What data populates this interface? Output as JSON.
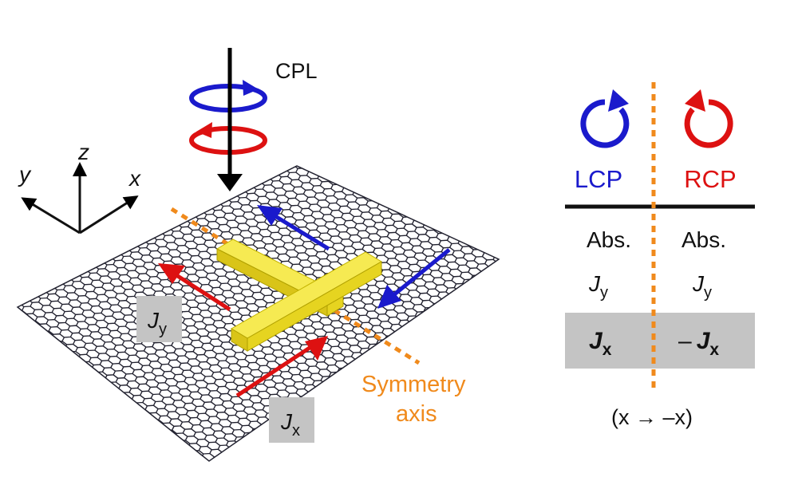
{
  "cpl_label": "CPL",
  "axes": {
    "x": "x",
    "y": "y",
    "z": "z"
  },
  "current_labels": {
    "jy": {
      "main": "J",
      "sub": "y"
    },
    "jx": {
      "main": "J",
      "sub": "x"
    }
  },
  "symmetry_axis": {
    "line1": "Symmetry",
    "line2": "axis"
  },
  "table": {
    "lcp": "LCP",
    "rcp": "RCP",
    "abs_left": "Abs.",
    "abs_right": "Abs.",
    "jy_left": {
      "main": "J",
      "sub": "y"
    },
    "jy_right": {
      "main": "J",
      "sub": "y"
    },
    "jx_left": {
      "main": "J",
      "sub": "x"
    },
    "jx_right": {
      "sign": "–",
      "main": "J",
      "sub": "x"
    },
    "transform": "(x → –x)"
  },
  "colors": {
    "lcp": "#1a1acc",
    "rcp": "#dd1111",
    "axis_dash": "#f08a1c",
    "rod": "#f2e23a",
    "lattice": "#222230",
    "shade": "#c4c4c4"
  }
}
